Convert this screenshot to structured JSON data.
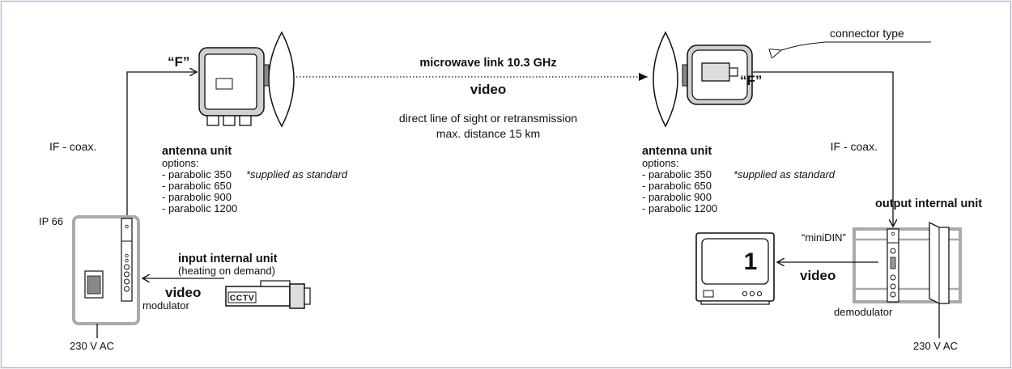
{
  "link": {
    "title": "microwave link  10.3 GHz",
    "signal": "video",
    "description_line1": "direct line of sight or retransmission",
    "description_line2": "max. distance 15 km"
  },
  "connector": {
    "label": "connector type",
    "type": "“F”"
  },
  "cable": {
    "label": "IF - coax."
  },
  "antenna": {
    "title": "antenna unit",
    "options_label": "options:",
    "options": [
      "- parabolic 350",
      "- parabolic 650",
      "- parabolic 900",
      "- parabolic 1200"
    ],
    "standard_note": "*supplied as standard"
  },
  "input_unit": {
    "title": "input internal unit",
    "note": "(heating on demand)",
    "rating": "IP 66",
    "module": "modulator",
    "power": "230 V AC"
  },
  "output_unit": {
    "title": "output internal unit",
    "format": "“miniDIN”",
    "module": "demodulator",
    "power": "230 V AC"
  },
  "camera": {
    "label": "CCTV"
  },
  "monitor": {
    "channel": "1"
  },
  "video_label": "video",
  "colors": {
    "line": "#111111",
    "housing": "#aaaaaa",
    "shade": "#999999",
    "border": "#b9b9cc"
  }
}
